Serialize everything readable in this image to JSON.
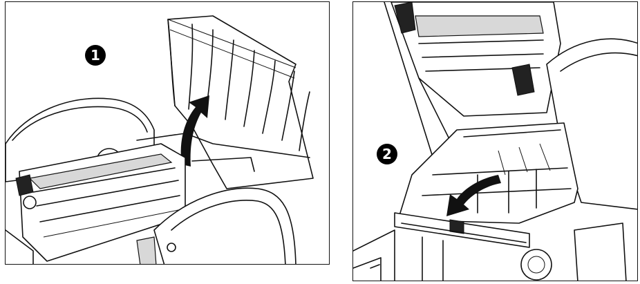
{
  "steps": [
    {
      "marker": "1",
      "action": "open-cover-up"
    },
    {
      "marker": "2",
      "action": "close-cover-down"
    }
  ],
  "colors": {
    "line": "#111111",
    "background": "#ffffff",
    "marker_fill": "#000000",
    "marker_text": "#ffffff"
  }
}
